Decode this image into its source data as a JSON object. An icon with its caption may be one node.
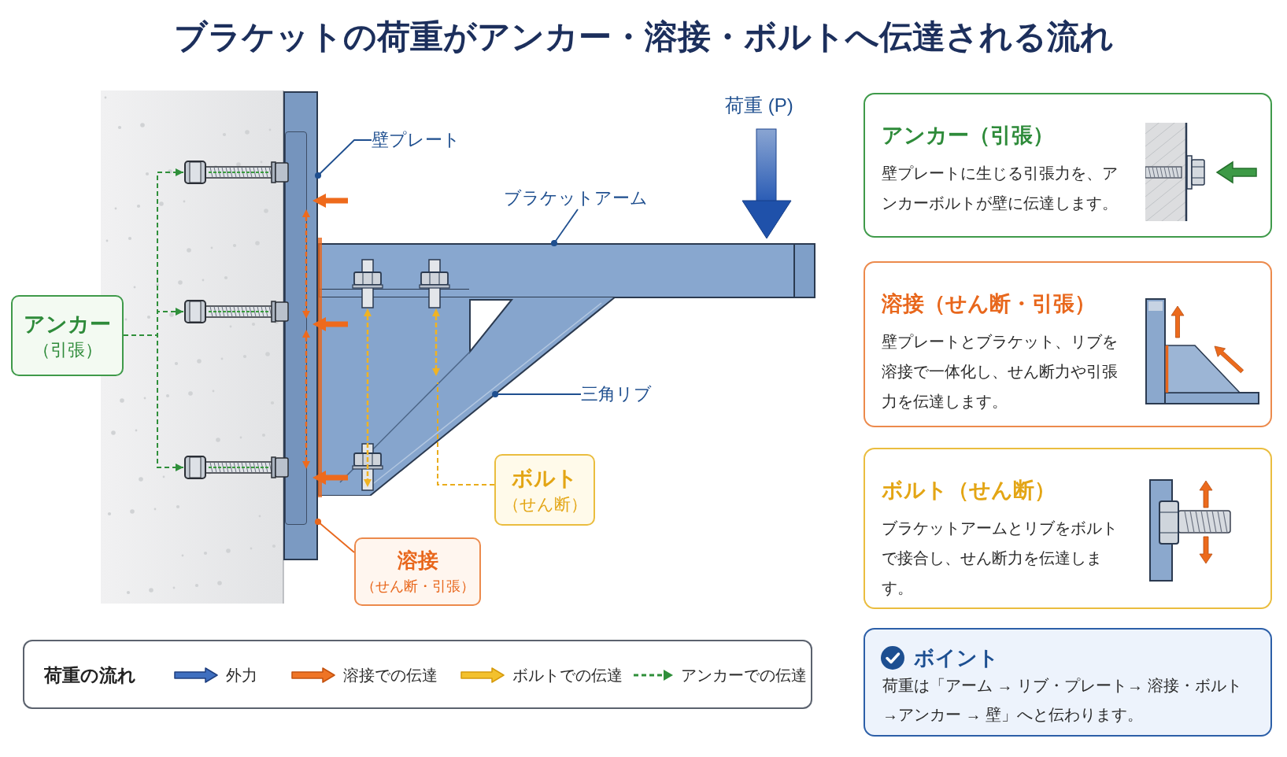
{
  "diagram": {
    "title": "ブラケットの荷重がアンカー・溶接・ボルトへ伝達される流れ",
    "nodes": [
      {
        "text": [],
        "shape": "bar"
      },
      {
        "text": [
          "壁プレート"
        ]
      },
      {
        "text": [
          "ブラケットアーム"
        ]
      },
      {
        "text": [],
        "shape": "bar"
      },
      {
        "text": [],
        "shape": "bolt"
      },
      {
        "text": [],
        "shape": "bolt"
      },
      {
        "text": [],
        "shape": "bolt"
      },
      {
        "text": [
          "アンカー",
          "（引張）"
        ]
      },
      {
        "text": [
          "三角リブ"
        ]
      },
      {
        "text": [],
        "shape": "triangle"
      },
      {
        "text": [
          "ボルト",
          "（せん断）"
        ]
      },
      {
        "text": [
          "溶接",
          "（せん断・引張）"
        ]
      },
      {
        "text": [
          "アンカー（引張）",
          "壁プレートに生じる引張力を、アンカーボルトが壁に伝達します。"
        ]
      },
      {
        "text": [
          "溶接（せん断・引張）",
          "壁プレートとブラケット、リブを溶接で一体化し、せん断力や引張力を伝達します。"
        ]
      },
      {
        "text": [
          "ボルト（せん断）",
          "ブラケットアームとリブをボルトで接合し、せん断力を伝達します。"
        ]
      },
      {
        "text": [
          "ボイント",
          "荷重は「アーム → リブ・プレート→ 溶接・ボルト →アンカー → 壁」へと伝わります。"
        ]
      }
    ],
    "edges": [
      {
        "from": 7,
        "to": 4,
        "arrow": "to",
        "style": "dashed",
        "color": "#2f8f3a"
      },
      {
        "from": 7,
        "to": 5,
        "arrow": "to",
        "style": "dashed",
        "color": "#2f8f3a"
      },
      {
        "from": 7,
        "to": 6,
        "arrow": "to",
        "style": "dashed",
        "color": "#2f8f3a"
      },
      {
        "from": 1,
        "to": 0,
        "arrow": "other"
      },
      {
        "from": 2,
        "to": 3,
        "arrow": "other"
      },
      {
        "from": 8,
        "to": 9,
        "arrow": "other"
      },
      {
        "from": 10,
        "to": 9,
        "arrow": "none",
        "style": "dashed",
        "color": "#e9ac1c"
      },
      {
        "from": 11,
        "to": 0,
        "arrow": "other",
        "color": "#e8671c"
      },
      {
        "from": null,
        "to": 0,
        "arrow": "to",
        "style": "thick",
        "color": "#ee6a1c"
      },
      {
        "from": 9,
        "to": 0,
        "arrow": "to",
        "style": "thick",
        "color": "#ee6a1c"
      },
      {
        "from": 9,
        "to": 0,
        "arrow": "to",
        "style": "thick",
        "color": "#ee6a1c"
      }
    ],
    "labels": [
      "荷重 (P)",
      "荷重の流れ"
    ],
    "legend": [
      {
        "text": "外力"
      },
      {
        "text": "溶接での伝達"
      },
      {
        "text": "ボルトでの伝達"
      },
      {
        "text": "アンカーでの伝達"
      }
    ]
  }
}
